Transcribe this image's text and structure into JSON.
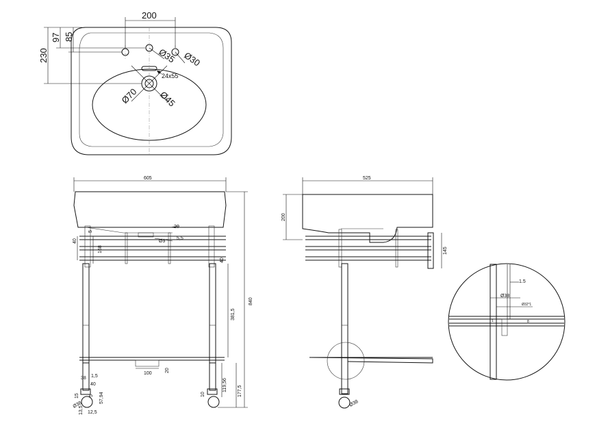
{
  "top_view": {
    "dim_200": "200",
    "dim_97": "97",
    "dim_85": "85",
    "dim_230": "230",
    "d35": "Ø35",
    "d30": "Ø30",
    "slot": "24x55",
    "d70": "Ø70",
    "d45": "Ø45"
  },
  "front_view": {
    "width": "605",
    "v20": "20",
    "v5": "5",
    "v40a": "40",
    "v168": "168",
    "v40b": "40",
    "d9": "Ø9",
    "v5_5": "5,5",
    "height_840": "840",
    "v381_5": "381,5",
    "v100": "100",
    "v20b": "20",
    "v38": "38",
    "v1_5": "1,5",
    "v40c": "40",
    "v15": "15",
    "v5b": "5",
    "d38": "Ø38",
    "v57_94": "57,94",
    "v13_5": "13,5",
    "v12_5": "12,5",
    "v119_56": "119,56",
    "v177_5": "177,5",
    "v10": "10"
  },
  "side_view": {
    "width": "525",
    "height": "200",
    "rail": "145",
    "d38": "Ø38"
  },
  "detail": {
    "v1_5": "1.5",
    "d38": "Ø38",
    "d32": "Ø32*1",
    "v1": "1",
    "v8": "8"
  }
}
